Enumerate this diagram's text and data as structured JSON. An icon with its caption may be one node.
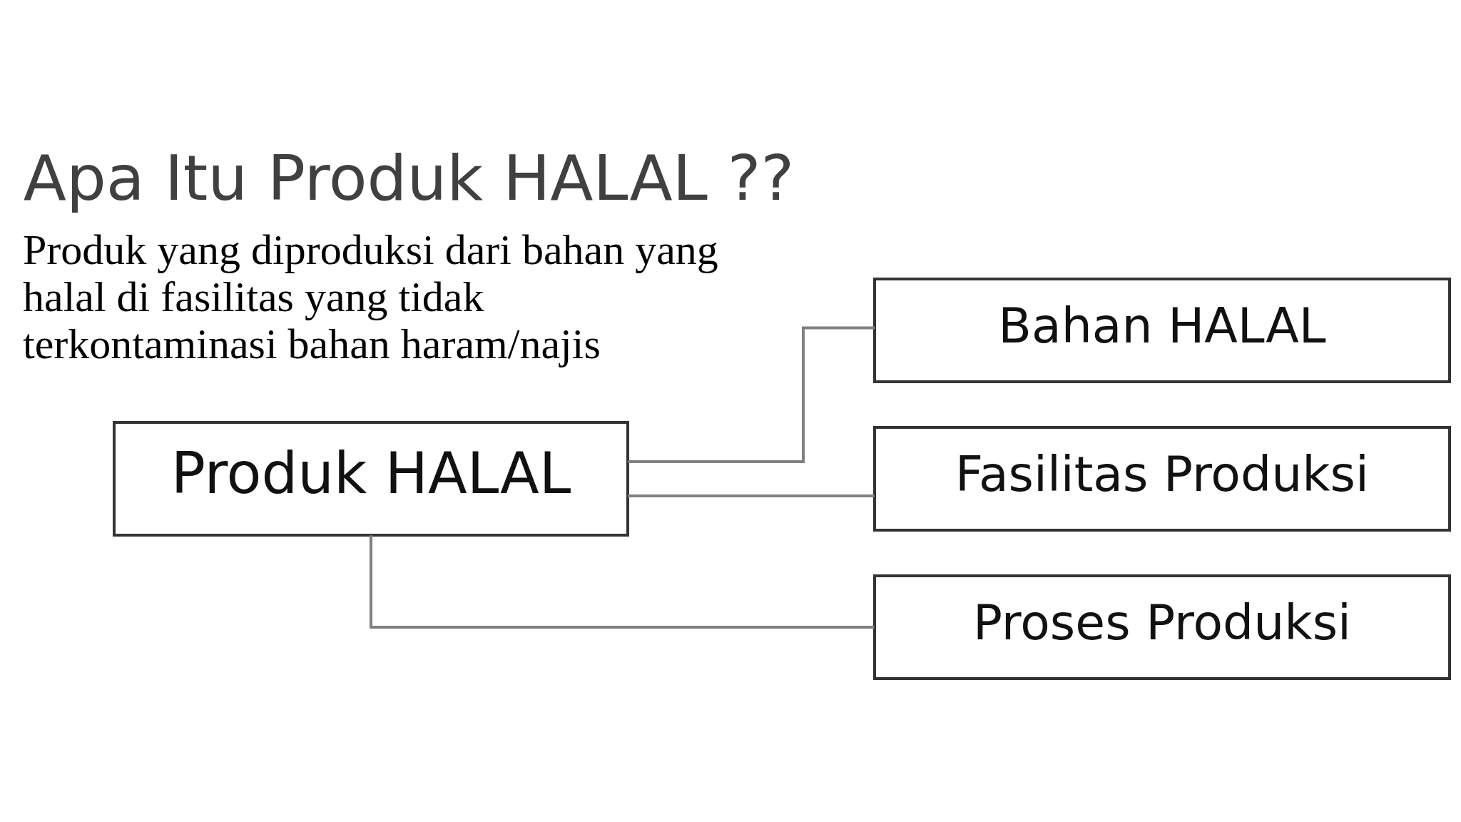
{
  "diagram": {
    "title": "Apa Itu Produk HALAL ??",
    "nodes": [
      {
        "text": [
          "Produk HALAL"
        ]
      },
      {
        "text": [
          "Bahan HALAL"
        ]
      },
      {
        "text": [
          "Fasilitas Produksi"
        ]
      },
      {
        "text": [
          "Proses Produksi"
        ]
      }
    ],
    "edges": [
      {
        "from": 0,
        "to": 1,
        "arrow": "none"
      },
      {
        "from": 0,
        "to": 2,
        "arrow": "none"
      },
      {
        "from": 0,
        "to": 3,
        "arrow": "none"
      }
    ],
    "labels": [
      "Produk yang diproduksi dari bahan yang halal di fasilitas yang tidak terkontaminasi bahan haram/najis"
    ]
  }
}
